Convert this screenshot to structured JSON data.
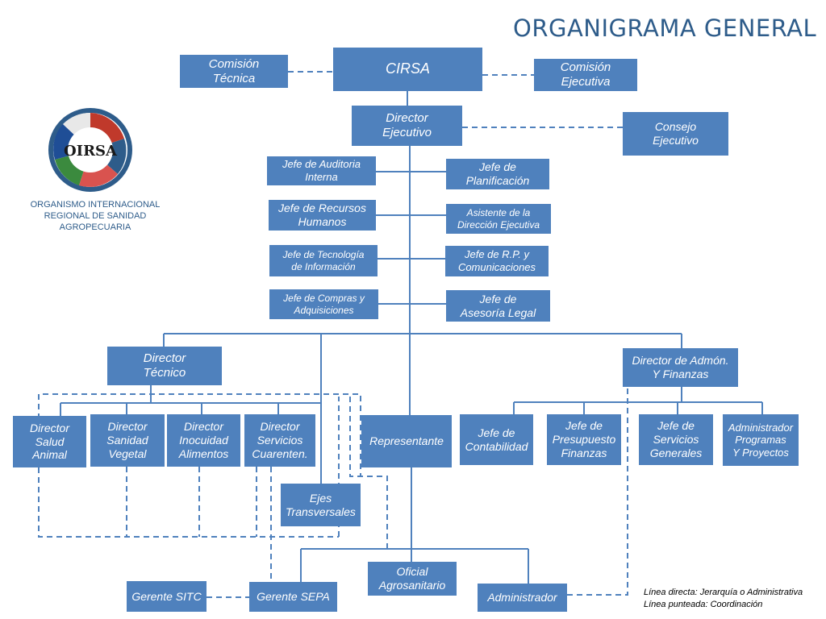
{
  "title": "ORGANIGRAMA GENERAL",
  "organization": {
    "name": "ORGANISMO INTERNACIONAL\nREGIONAL DE SANIDAD\nAGROPECUARIA",
    "logo_text": "OIRSA"
  },
  "boxes": {
    "cirsa": "CIRSA",
    "comision_tecnica": "Comisión\nTécnica",
    "comision_ejecutiva": "Comisión\nEjecutiva",
    "director_ejecutivo": "Director\nEjecutivo",
    "consejo_ejecutivo": "Consejo\nEjecutivo",
    "jefe_auditoria": "Jefe de Auditoria\nInterna",
    "jefe_planificacion": "Jefe de\nPlanificación",
    "jefe_rrhh": "Jefe de Recursos\nHumanos",
    "asistente_direccion": "Asistente de la\nDirección Ejecutiva",
    "jefe_tecnologia": "Jefe de Tecnología\nde Información",
    "jefe_rp": "Jefe de R.P. y\nComunicaciones",
    "jefe_compras": "Jefe de Compras y\nAdquisiciones",
    "jefe_asesoria": "Jefe  de\nAsesoría Legal",
    "director_tecnico": "Director\nTécnico",
    "director_admon": "Director de Admón.\nY Finanzas",
    "director_salud_animal": "Director\nSalud\nAnimal",
    "director_sanidad_vegetal": "Director\nSanidad\nVegetal",
    "director_inocuidad": "Director\nInocuidad\nAlimentos",
    "director_servicios": "Director\nServicios\nCuarenten.",
    "representante": "Representante",
    "jefe_contabilidad": "Jefe de\nContabilidad",
    "jefe_presupuesto": "Jefe de\nPresupuesto\nFinanzas",
    "jefe_servicios_generales": "Jefe de\nServicios\nGenerales",
    "administrador_programas": "Administrador\nProgramas\nY Proyectos",
    "ejes_transversales": "Ejes\nTransversales",
    "oficial_agrosanitario": "Oficial\nAgrosanitario",
    "gerente_sitc": "Gerente SITC",
    "gerente_sepa": "Gerente SEPA",
    "administrador": "Administrador"
  },
  "legend": {
    "solid": "Línea directa: Jerarquía o Administrativa",
    "dashed": "Línea punteada: Coordinación"
  },
  "colors": {
    "box": "#4f81bd",
    "line": "#4f81bd",
    "title": "#2e5c8a"
  }
}
